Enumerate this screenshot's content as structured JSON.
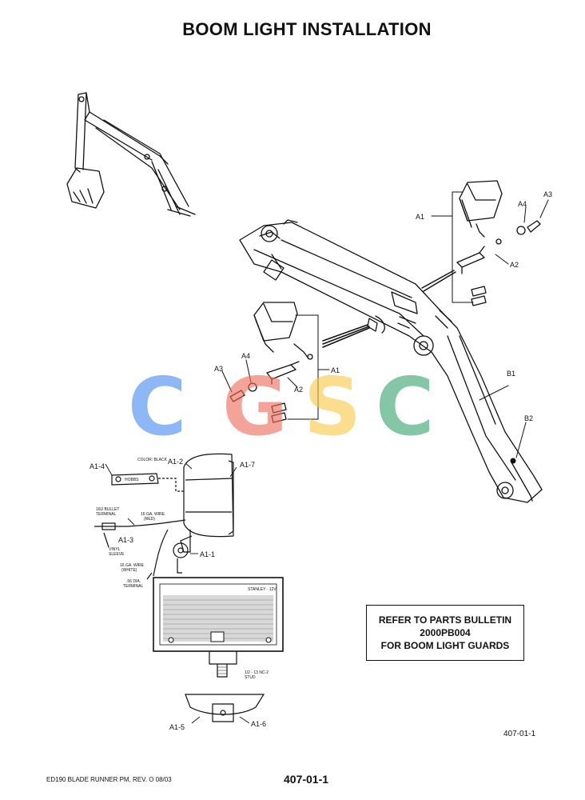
{
  "title": "BOOM LIGHT INSTALLATION",
  "callouts": {
    "A1": "A1",
    "A2": "A2",
    "A3": "A3",
    "A4": "A4",
    "B1": "B1",
    "B2": "B2",
    "A1_1": "A1-1",
    "A1_2": "A1-2",
    "A1_3": "A1-3",
    "A1_4": "A1-4",
    "A1_5": "A1-5",
    "A1_6": "A1-6",
    "A1_7": "A1-7"
  },
  "small_labels": {
    "color_black": "COLOR: BLACK",
    "hobbs": "HOBBS",
    "bullet_terminal_1": "16U BULLET",
    "bullet_terminal_2": "TERMINAL",
    "red_wire_1": "16 GA. WIRE",
    "red_wire_2": "(RED)",
    "vinyl_sleeve_1": "VINYL",
    "vinyl_sleeve_2": "SLEEVE",
    "white_wire_1": "16 GA. WIRE",
    "white_wire_2": "(WHITE)",
    "terminal_1": ".56 DIA.",
    "terminal_2": "TERMINAL",
    "stud_1": "1/2 - 13 NC-2",
    "stud_2": "STUD",
    "lamp_text": "STANLEY · 12V"
  },
  "note": {
    "line1": "REFER TO PARTS BULLETIN",
    "line2": "2000PB004",
    "line3": "FOR BOOM LIGHT GUARDS"
  },
  "drawing_ref": "407-01-1",
  "footer": {
    "left": "ED190 BLADE RUNNER PM,  REV. O  08/03",
    "center": "407-01-1"
  },
  "watermark": {
    "letters": [
      "C",
      "G",
      "S",
      "C"
    ],
    "colors": [
      "#4a8ef0",
      "#ee6b5b",
      "#f7c948",
      "#3aa572"
    ]
  }
}
